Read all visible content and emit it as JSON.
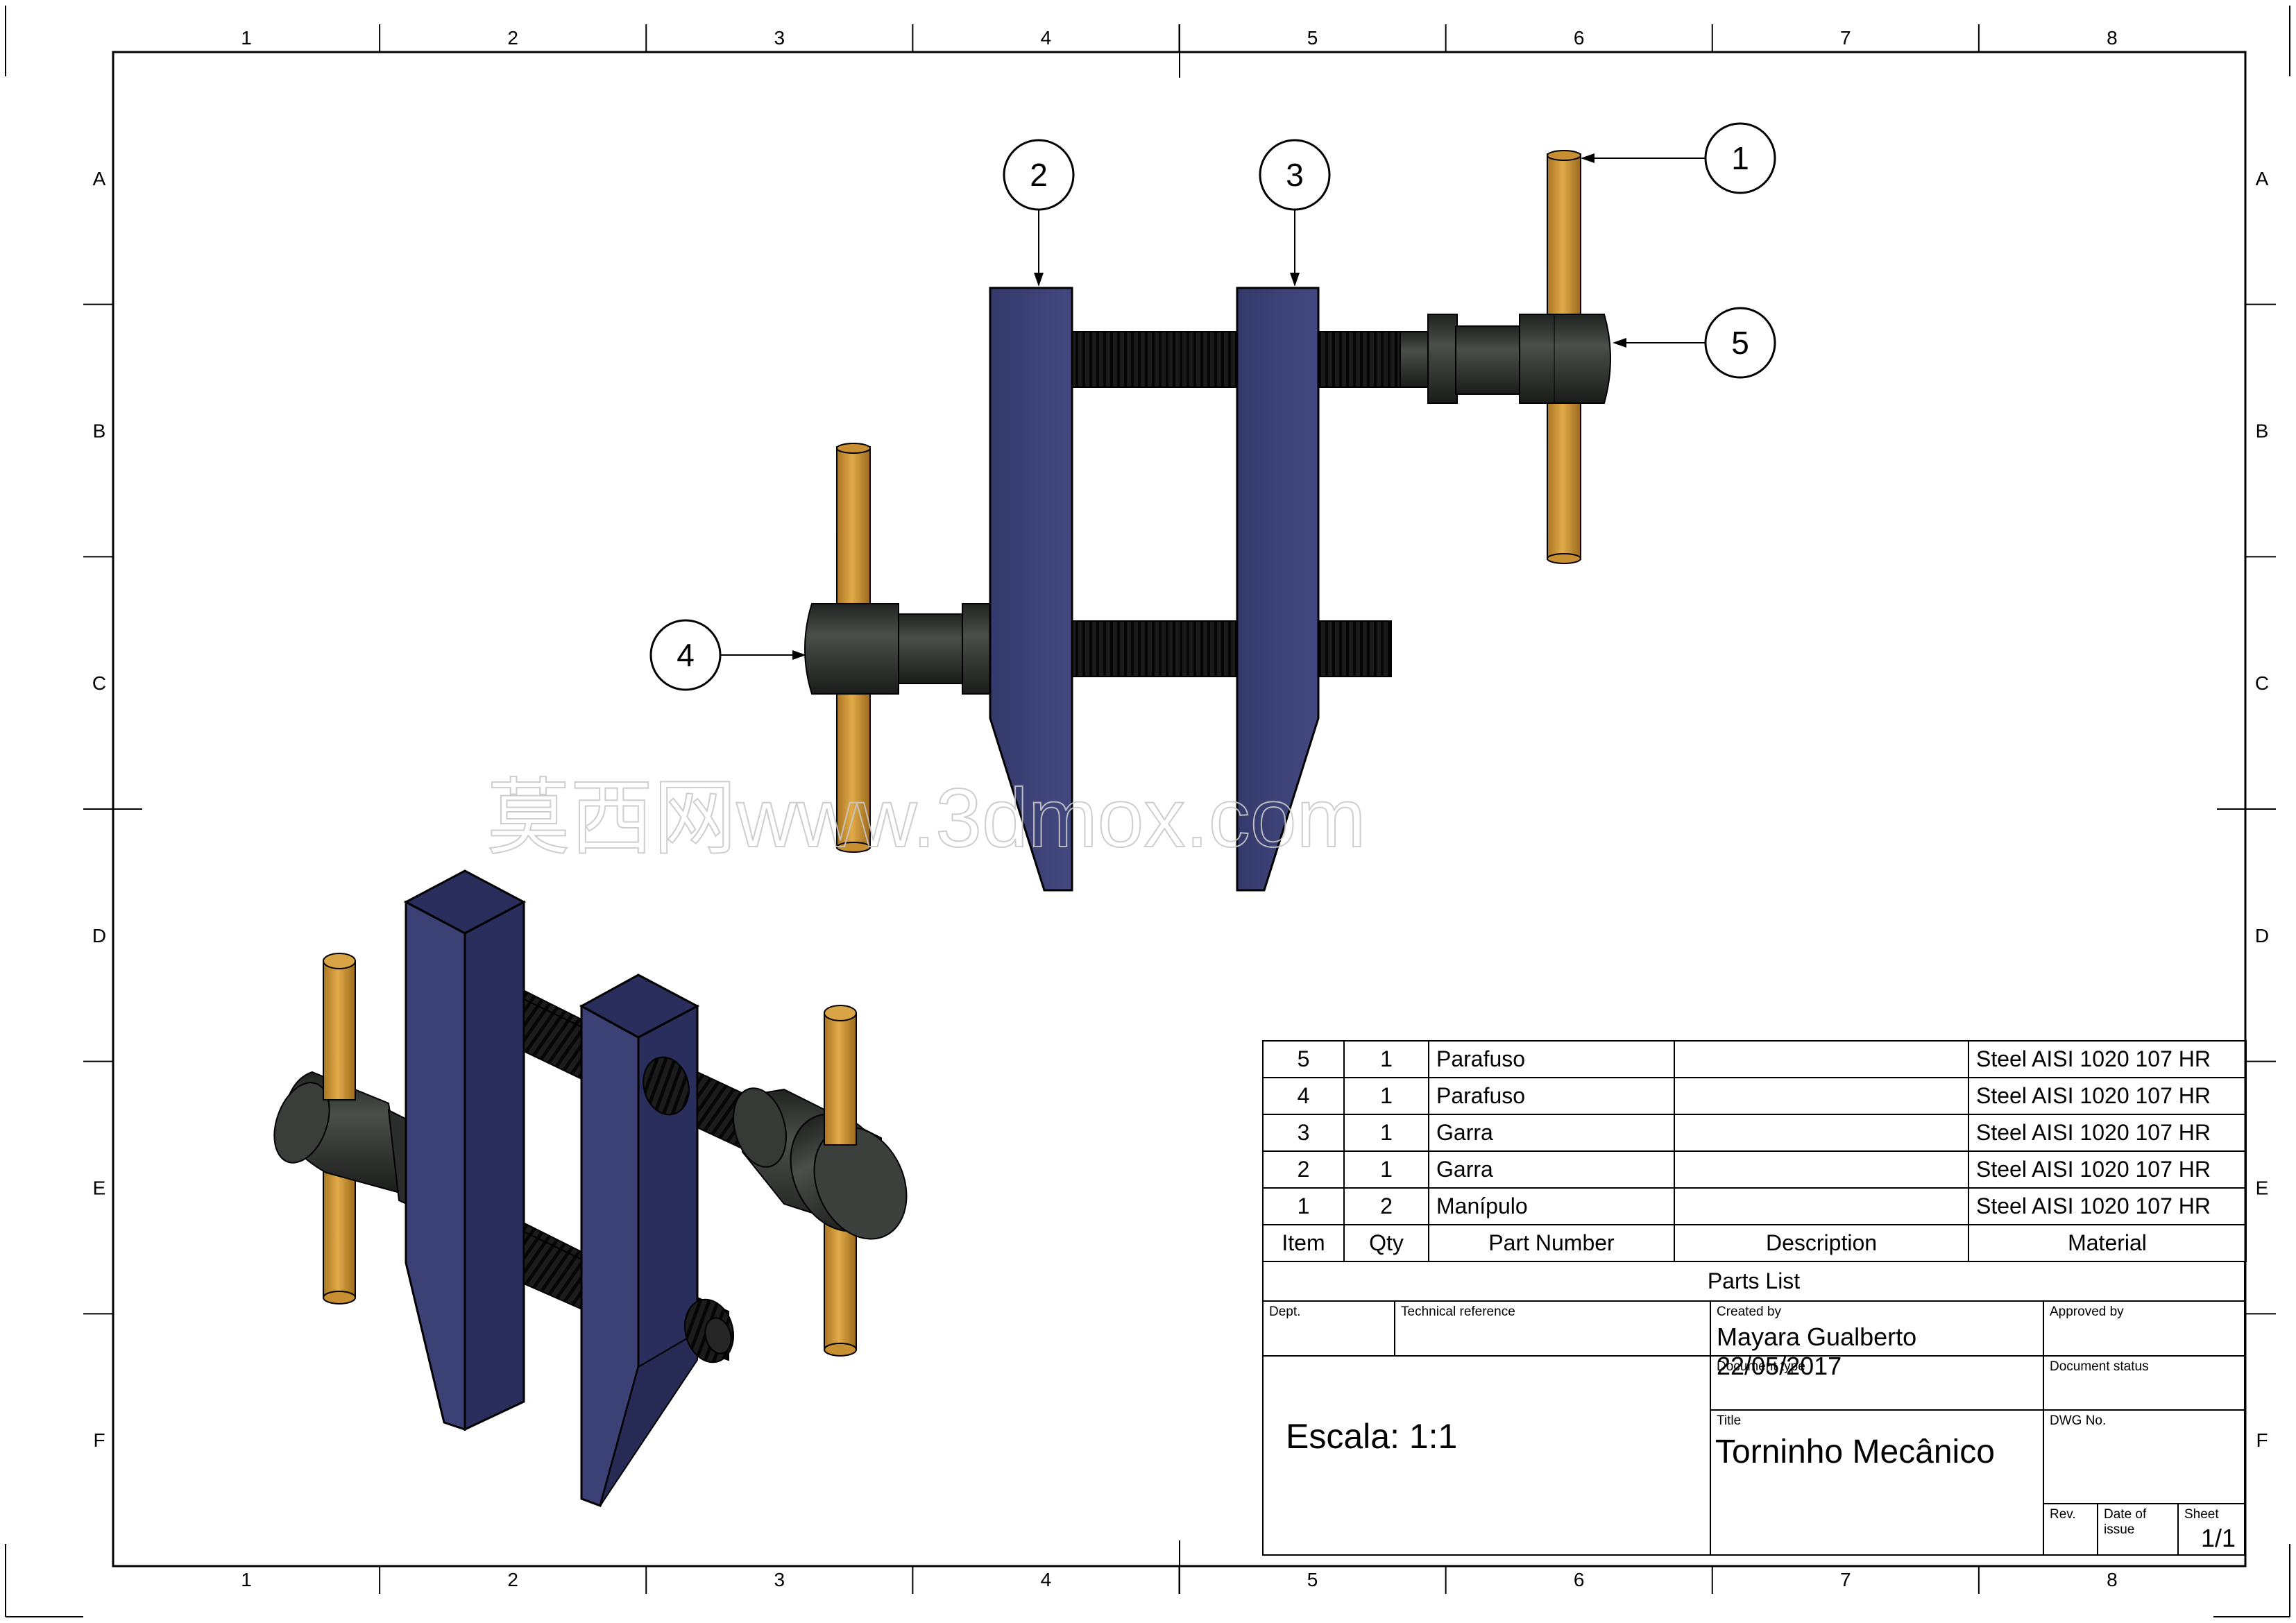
{
  "frame": {
    "columns": [
      "1",
      "2",
      "3",
      "4",
      "5",
      "6",
      "7",
      "8"
    ],
    "rows": [
      "A",
      "B",
      "C",
      "D",
      "E",
      "F"
    ]
  },
  "balloons": [
    {
      "num": "1"
    },
    {
      "num": "2"
    },
    {
      "num": "3"
    },
    {
      "num": "4"
    },
    {
      "num": "5"
    }
  ],
  "watermark": "莫西网www.3dmox.com",
  "colors": {
    "jaw": "#3b3f72",
    "jaw_dark": "#232752",
    "pin": "#d49a3a",
    "pin_dark": "#a87420",
    "steel": "#2f332f",
    "thread": "#141414"
  },
  "parts_list": {
    "rows": [
      {
        "item": "5",
        "qty": "1",
        "part": "Parafuso",
        "desc": "",
        "material": "Steel AISI 1020 107 HR"
      },
      {
        "item": "4",
        "qty": "1",
        "part": "Parafuso",
        "desc": "",
        "material": "Steel AISI 1020 107 HR"
      },
      {
        "item": "3",
        "qty": "1",
        "part": "Garra",
        "desc": "",
        "material": "Steel AISI 1020 107 HR"
      },
      {
        "item": "2",
        "qty": "1",
        "part": "Garra",
        "desc": "",
        "material": "Steel AISI 1020 107 HR"
      },
      {
        "item": "1",
        "qty": "2",
        "part": "Manípulo",
        "desc": "",
        "material": "Steel AISI 1020 107 HR"
      }
    ],
    "headers": {
      "item": "Item",
      "qty": "Qty",
      "part": "Part Number",
      "desc": "Description",
      "material": "Material"
    },
    "title": "Parts List"
  },
  "title_block": {
    "dept_label": "Dept.",
    "techref_label": "Technical reference",
    "created_label": "Created by",
    "created_value": "Mayara Gualberto  22/05/2017",
    "approved_label": "Approved by",
    "doctype_label": "Document type",
    "docstatus_label": "Document status",
    "scale_value": "Escala: 1:1",
    "title_label": "Title",
    "title_value": "Torninho Mecânico",
    "dwg_label": "DWG No.",
    "rev_label": "Rev.",
    "date_label": "Date of issue",
    "sheet_label": "Sheet",
    "sheet_value": "1/1"
  }
}
